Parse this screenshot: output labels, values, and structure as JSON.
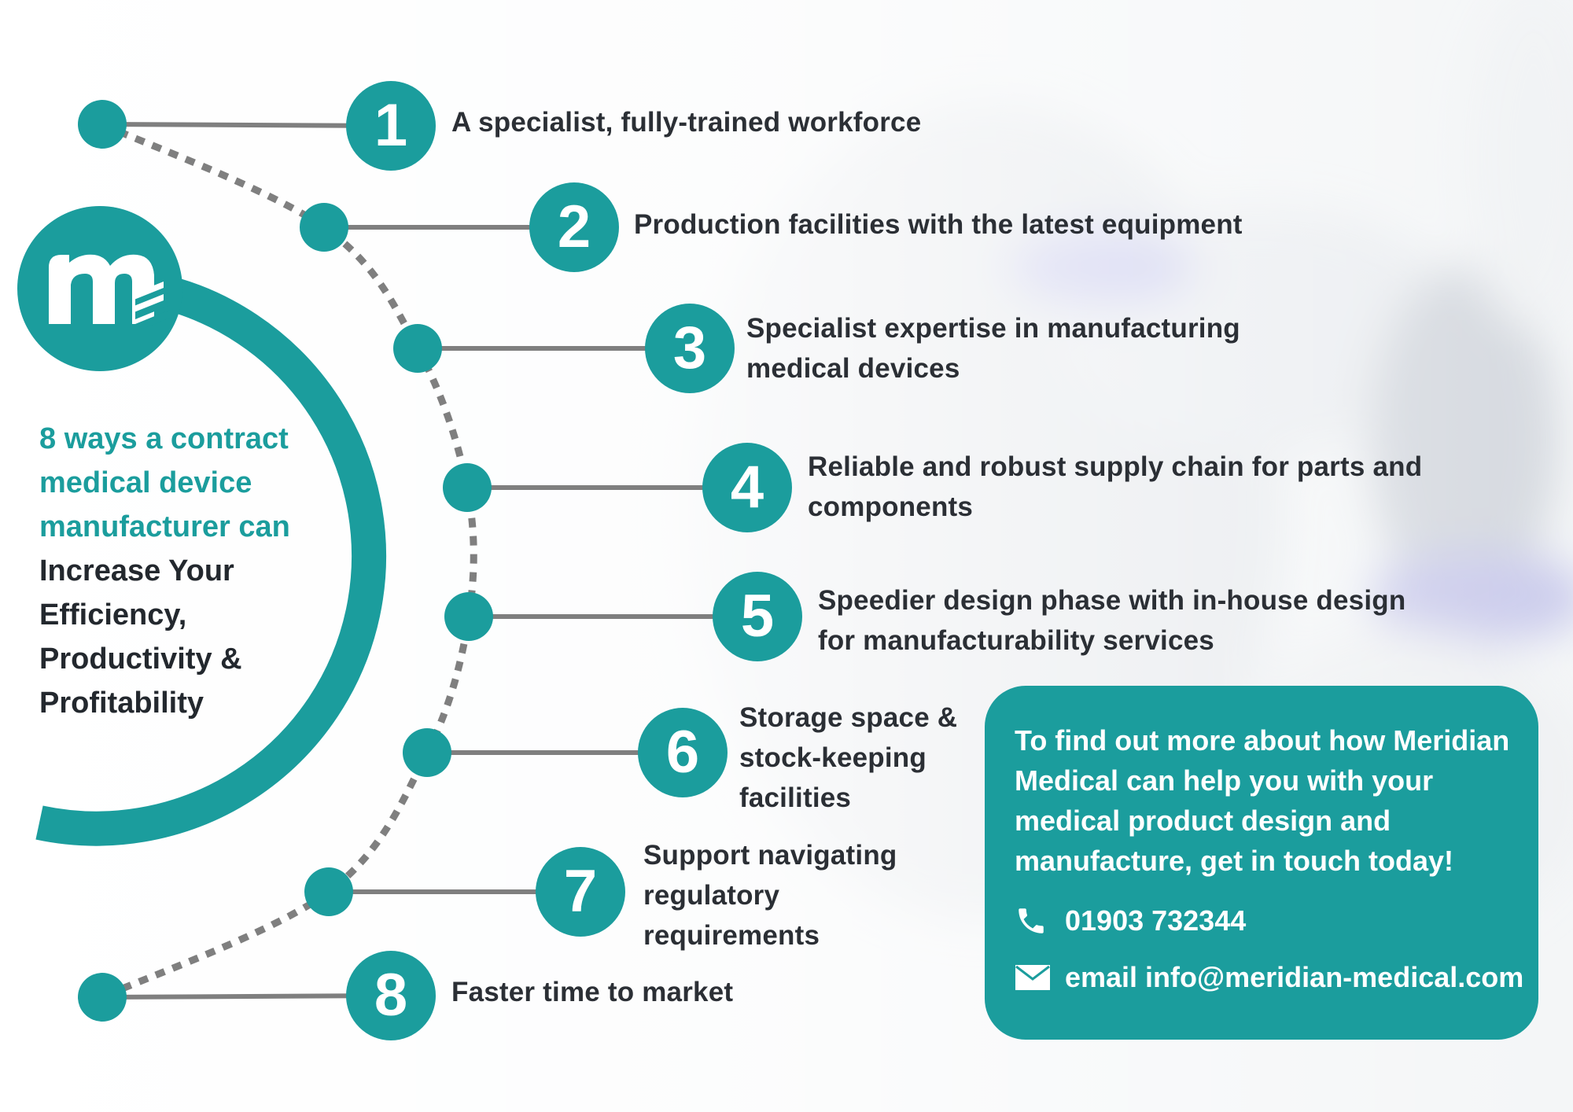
{
  "logo": {
    "icon": "meridian-m-logo",
    "alt": "m"
  },
  "headline": {
    "accent_lines": [
      "8 ways a contract",
      "medical device",
      "manufacturer can"
    ],
    "dark_lines": [
      "Increase Your",
      "Efficiency,",
      "Productivity &",
      "Profitability"
    ]
  },
  "steps": [
    {
      "number": "1",
      "lines": [
        "A specialist, fully-trained workforce"
      ]
    },
    {
      "number": "2",
      "lines": [
        "Production facilities with the latest equipment"
      ]
    },
    {
      "number": "3",
      "lines": [
        "Specialist expertise in manufacturing",
        "medical devices"
      ]
    },
    {
      "number": "4",
      "lines": [
        "Reliable and robust supply chain for parts and",
        "components"
      ]
    },
    {
      "number": "5",
      "lines": [
        "Speedier design phase with in-house design",
        "for manufacturability services"
      ]
    },
    {
      "number": "6",
      "lines": [
        "Storage space &",
        "stock-keeping",
        "facilities"
      ]
    },
    {
      "number": "7",
      "lines": [
        "Support navigating",
        "regulatory",
        "requirements"
      ]
    },
    {
      "number": "8",
      "lines": [
        "Faster time to market"
      ]
    }
  ],
  "cta": {
    "lines": [
      "To find out more about how Meridian",
      "Medical can help you with your",
      "medical product design and",
      "manufacture, get in touch today!"
    ],
    "phone": "01903 732344",
    "phone_icon": "phone-icon",
    "email": "email info@meridian-medical.com",
    "email_icon": "envelope-icon"
  },
  "colors": {
    "accent": "#1b9d9d",
    "text_dark": "#2b2f35",
    "connector": "#7f7f7f",
    "cta_text": "#ffffff"
  }
}
